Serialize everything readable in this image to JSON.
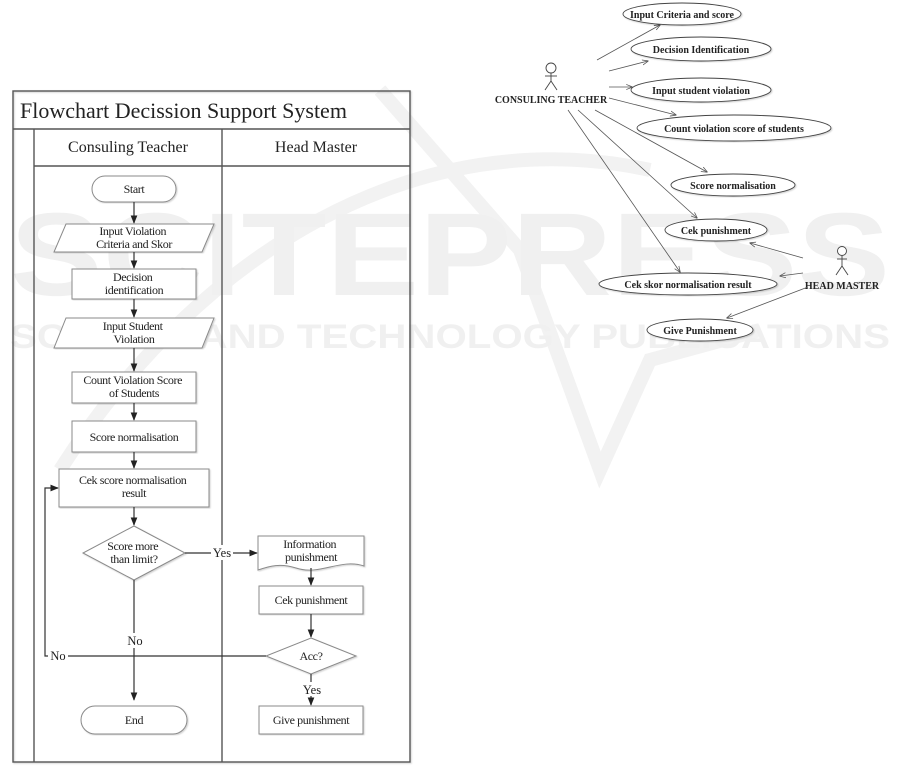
{
  "watermark": {
    "brand": "SCITEPRESS",
    "tagline": "SCIENCE AND TECHNOLOGY PUBLICATIONS"
  },
  "flowchart": {
    "title": "Flowchart Decission Support System",
    "lanes": [
      "Consuling Teacher",
      "Head Master"
    ],
    "nodes": {
      "start": "Start",
      "input_criteria": [
        "Input Violation",
        "Criteria and Skor"
      ],
      "decision_identification": [
        "Decision",
        "identification"
      ],
      "input_student_violation": [
        "Input Student",
        "Violation"
      ],
      "count_violation": [
        "Count Violation Score",
        "of Students"
      ],
      "score_normalisation": "Score normalisation",
      "cek_score_normalisation": [
        "Cek score normalisation",
        "result"
      ],
      "score_more_than_limit": [
        "Score more",
        "than limit?"
      ],
      "information_punishment": [
        "Information",
        "punishment"
      ],
      "cek_punishment": "Cek punishment",
      "acc": "Acc?",
      "give_punishment": "Give punishment",
      "end": "End"
    },
    "edge_labels": {
      "yes_limit": "Yes",
      "no_limit": "No",
      "no_acc": "No",
      "yes_acc": "Yes"
    }
  },
  "use_case": {
    "actors": {
      "teacher": "CONSULING TEACHER",
      "head_master": "HEAD MASTER"
    },
    "use_cases": [
      "Input Criteria and score",
      "Decision Identification",
      "Input student violation",
      "Count violation score of students",
      "Score normalisation",
      "Cek punishment",
      "Cek skor normalisation result",
      "Give Punishment"
    ]
  }
}
